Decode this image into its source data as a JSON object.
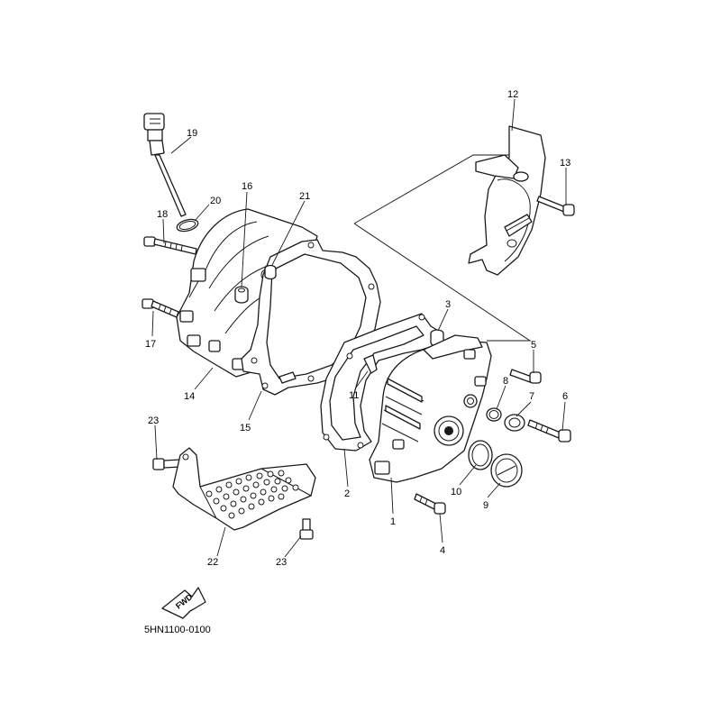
{
  "diagram": {
    "catalog_code": "5HN1100-0100",
    "direction_arrow_label": "FWD",
    "callouts": [
      "1",
      "2",
      "3",
      "4",
      "5",
      "6",
      "7",
      "8",
      "9",
      "10",
      "11",
      "12",
      "13",
      "14",
      "15",
      "16",
      "17",
      "18",
      "19",
      "20",
      "21",
      "22",
      "23",
      "23"
    ]
  }
}
